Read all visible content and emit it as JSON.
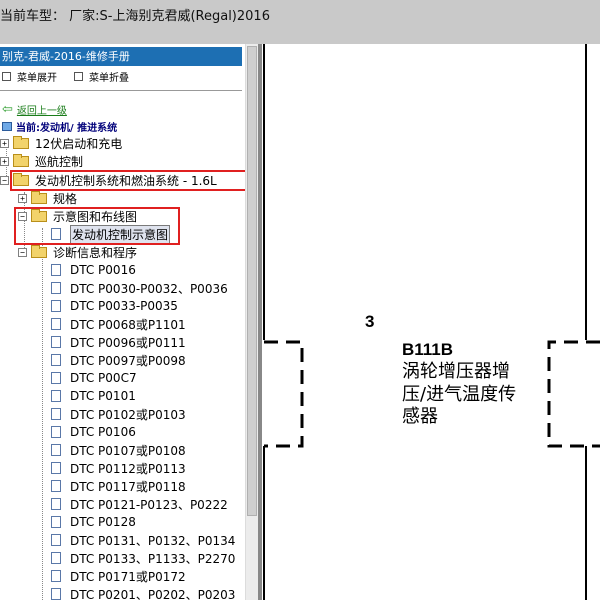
{
  "window": {
    "title": "当前车型： 厂家:S-上海别克君威(Regal)2016"
  },
  "panel": {
    "header": "别克-君威-2016-维修手册",
    "expand_all": "菜单展开",
    "collapse_all": "菜单折叠",
    "back_link": "返回上一级",
    "current_path": "当前:发动机/ 推进系统"
  },
  "tree": {
    "top_items": [
      "12伏启动和充电",
      "巡航控制",
      "发动机控制系统和燃油系统 - 1.6L"
    ],
    "spec": "规格",
    "schematics": "示意图和布线图",
    "schematic_doc": "发动机控制示意图",
    "diagnostics": "诊断信息和程序",
    "dtc_items": [
      "DTC P0016",
      "DTC P0030-P0032、P0036",
      "DTC P0033-P0035",
      "DTC P0068或P1101",
      "DTC P0096或P0111",
      "DTC P0097或P0098",
      "DTC P00C7",
      "DTC P0101",
      "DTC P0102或P0103",
      "DTC P0106",
      "DTC P0107或P0108",
      "DTC P0112或P0113",
      "DTC P0117或P0118",
      "DTC P0121-P0123、P0222",
      "DTC P0128",
      "DTC P0131、P0132、P0134",
      "DTC P0133、P1133、P2270",
      "DTC P0171或P0172",
      "DTC P0201、P0202、P0203"
    ]
  },
  "diagram": {
    "pin_number": "3",
    "component_code": "B111B",
    "component_name_lines": [
      "涡轮增压器增",
      "压/进气温度传",
      "感器"
    ]
  }
}
